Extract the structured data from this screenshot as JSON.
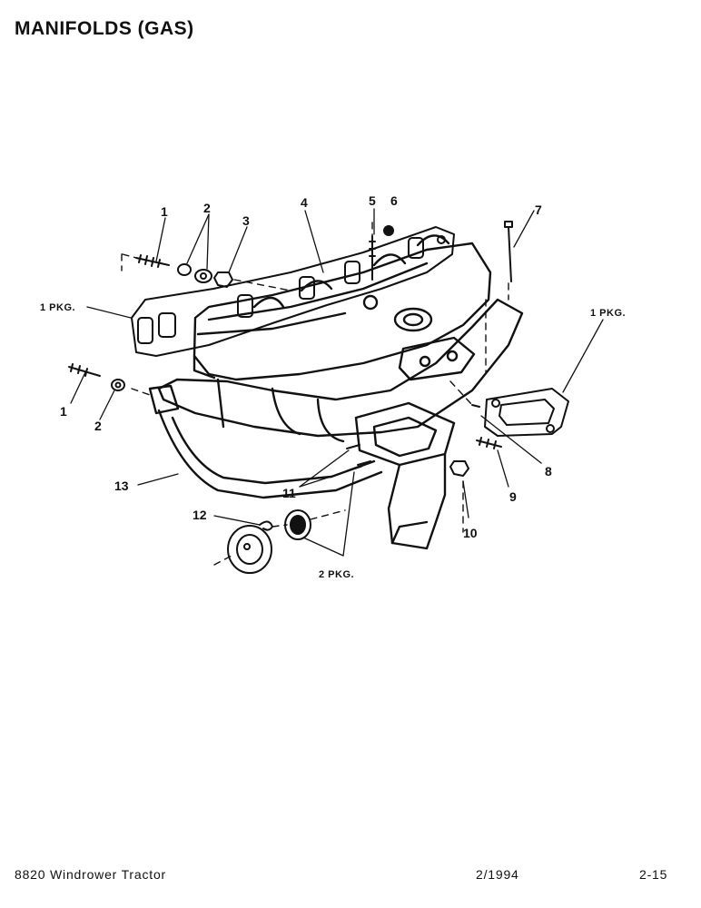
{
  "page": {
    "title": "MANIFOLDS (GAS)"
  },
  "callouts": {
    "c1_top": "1",
    "c2_top": "2",
    "c3": "3",
    "c4": "4",
    "c5": "5",
    "c6": "6",
    "c7": "7",
    "pkg_left": "1 PKG.",
    "pkg_right": "1 PKG.",
    "c1_mid": "1",
    "c2_mid": "2",
    "c8": "8",
    "c9": "9",
    "c10": "10",
    "c11": "11",
    "c12": "12",
    "c13": "13",
    "pkg_bottom": "2 PKG."
  },
  "footer": {
    "model": "8820 Windrower Tractor",
    "date": "2/1994",
    "page_number": "2-15"
  },
  "colors": {
    "ink": "#111111",
    "paper": "#ffffff"
  }
}
